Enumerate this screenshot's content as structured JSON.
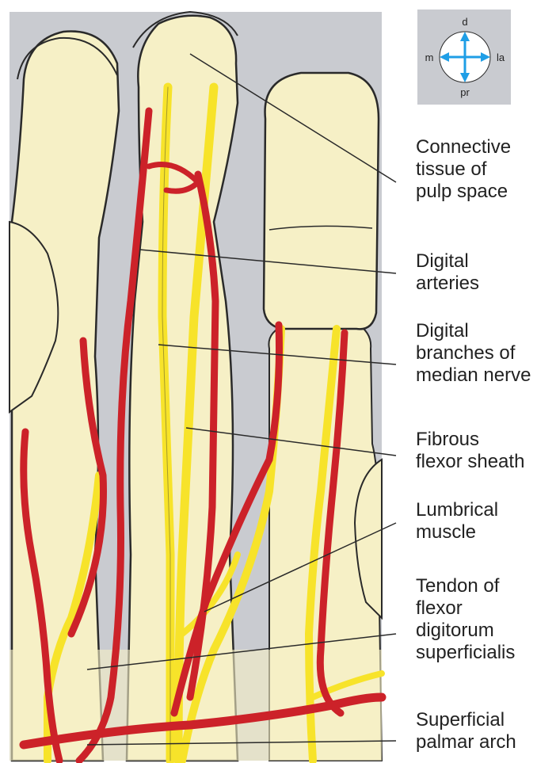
{
  "compass": {
    "top": "d",
    "left": "m",
    "right": "la",
    "bottom": "pr"
  },
  "labels": [
    {
      "id": "connective-tissue",
      "lines": [
        "Connective",
        "tissue of",
        "pulp space"
      ]
    },
    {
      "id": "digital-arteries",
      "lines": [
        "Digital",
        "arteries"
      ]
    },
    {
      "id": "digital-branches",
      "lines": [
        "Digital",
        "branches of",
        "median nerve"
      ]
    },
    {
      "id": "fibrous-flexor-sheath",
      "lines": [
        "Fibrous",
        "flexor sheath"
      ]
    },
    {
      "id": "lumbrical-muscle",
      "lines": [
        "Lumbrical",
        "muscle"
      ]
    },
    {
      "id": "tendon-fds",
      "lines": [
        "Tendon of",
        "flexor",
        "digitorum",
        "superficialis"
      ]
    },
    {
      "id": "superficial-palmar-arch",
      "lines": [
        "Superficial",
        "palmar arch"
      ]
    }
  ],
  "colors": {
    "background_gray": "#c9cbd0",
    "bone": "#f6f0c6",
    "nerve": "#f7e32a",
    "artery": "#cc2229",
    "outline": "#2a2a2a",
    "compass_arrow": "#1f9ee6",
    "compass_bg": "#c9cbd0"
  }
}
